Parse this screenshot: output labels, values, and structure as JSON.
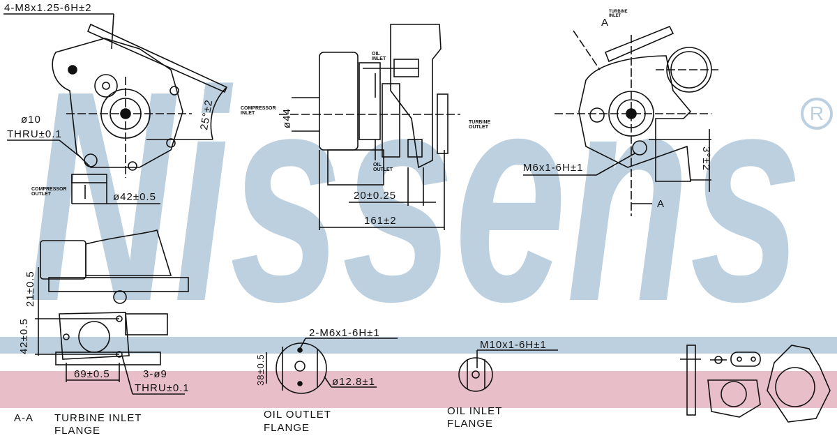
{
  "watermark": {
    "brand": "Nissens",
    "registered_symbol": "R",
    "color_blue": "#bcd0e0",
    "color_pink": "#e8bfc8"
  },
  "top_left_view": {
    "thread_callout": "4-M8x1.25-6H±2",
    "angle": "25°±2",
    "hole_dia": "ø10",
    "hole_thru": "THRU±0.1",
    "outlet_label": [
      "COMPRESSOR",
      "OUTLET"
    ],
    "outlet_dia": "ø42±0.5"
  },
  "side_view": {
    "oil_inlet": [
      "OIL",
      "INLET"
    ],
    "oil_outlet": [
      "OIL",
      "OUTLET"
    ],
    "compressor_inlet": [
      "COMPRESSOR",
      "INLET"
    ],
    "turbine_outlet": [
      "TURBINE",
      "OUTLET"
    ],
    "inlet_dia": "ø44",
    "dim_20": "20±0.25",
    "dim_161": "161±2"
  },
  "right_view": {
    "section_mark_top": "A",
    "section_mark_bottom": "A",
    "turbine_inlet": [
      "TURBINE",
      "INLET"
    ],
    "thread_callout": "M6x1-6H±1",
    "angle": "3°±2"
  },
  "turbine_flange": {
    "dim_21": "21±0.5",
    "dim_42": "42±0.5",
    "dim_69": "69±0.5",
    "holes": "3-ø9",
    "holes_thru": "THRU±0.1",
    "section": "A-A",
    "title": [
      "TURBINE INLET",
      "FLANGE"
    ]
  },
  "oil_outlet_flange": {
    "thread_callout": "2-M6x1-6H±1",
    "dim_38": "38±0.5",
    "dia": "ø12.8±1",
    "title": [
      "OIL OUTLET",
      "FLANGE"
    ]
  },
  "oil_inlet_flange": {
    "thread_callout": "M10x1-6H±1",
    "title": [
      "OIL INLET",
      "FLANGE"
    ]
  }
}
